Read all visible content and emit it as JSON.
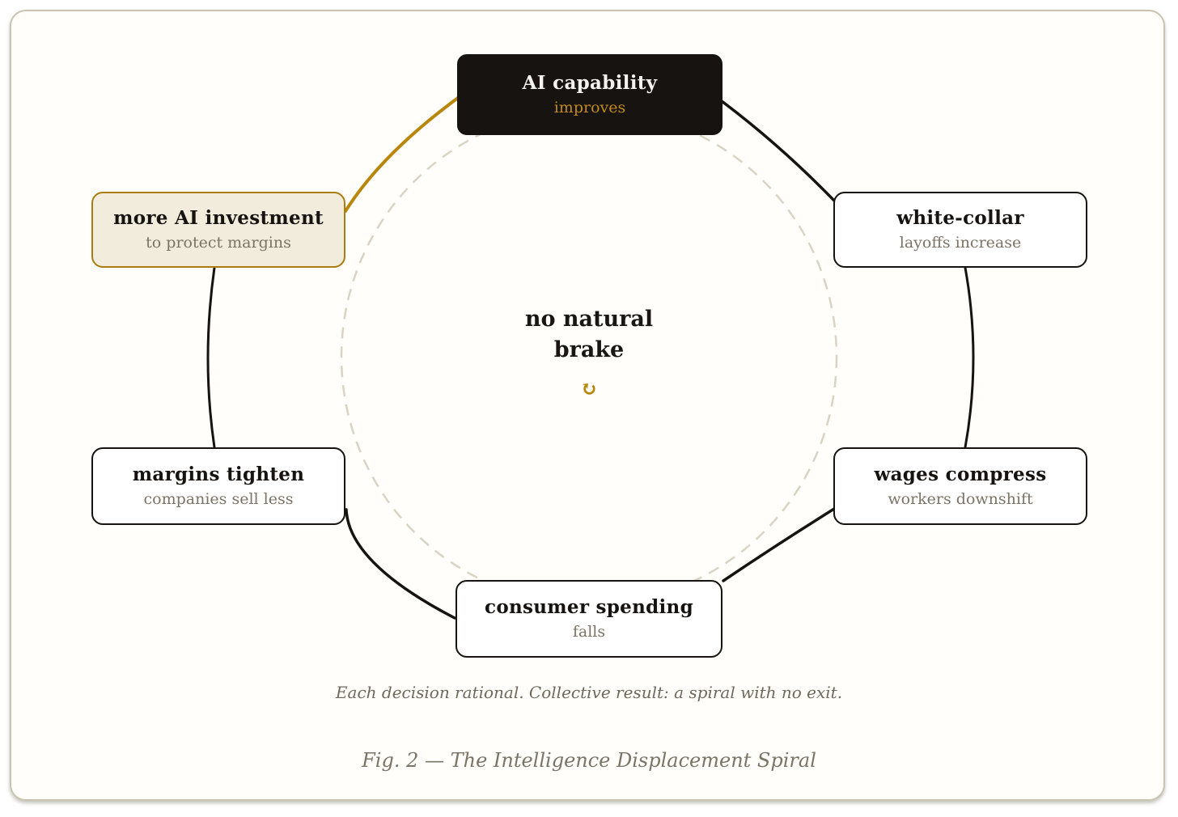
{
  "diagram": {
    "nodes": [
      {
        "id": "ai-capability",
        "title": "AI capability",
        "subtitle": "improves",
        "variant": "dark"
      },
      {
        "id": "white-collar",
        "title": "white-collar",
        "subtitle": "layoffs increase",
        "variant": "light"
      },
      {
        "id": "wages-compress",
        "title": "wages compress",
        "subtitle": "workers downshift",
        "variant": "light"
      },
      {
        "id": "consumer-spending",
        "title": "consumer spending",
        "subtitle": "falls",
        "variant": "light"
      },
      {
        "id": "margins-tighten",
        "title": "margins tighten",
        "subtitle": "companies sell less",
        "variant": "light"
      },
      {
        "id": "more-ai-investment",
        "title": "more AI investment",
        "subtitle": "to protect margins",
        "variant": "accent"
      }
    ],
    "center": {
      "title": "no natural brake",
      "icon": "cycle-icon",
      "icon_glyph": "↻"
    },
    "caption": "Each decision rational. Collective result: a spiral with no exit.",
    "figure_label": "Fig. 2 — The Intelligence Displacement Spiral",
    "colors": {
      "accent_gold": "#b8860b",
      "node_dark_bg": "#171310",
      "accent_node_bg": "#f1ecdc",
      "line_black": "#171310",
      "dashed_circle": "#d9d3c3",
      "subtitle_gray": "#7b7466",
      "card_border": "#c9c3b1"
    }
  }
}
